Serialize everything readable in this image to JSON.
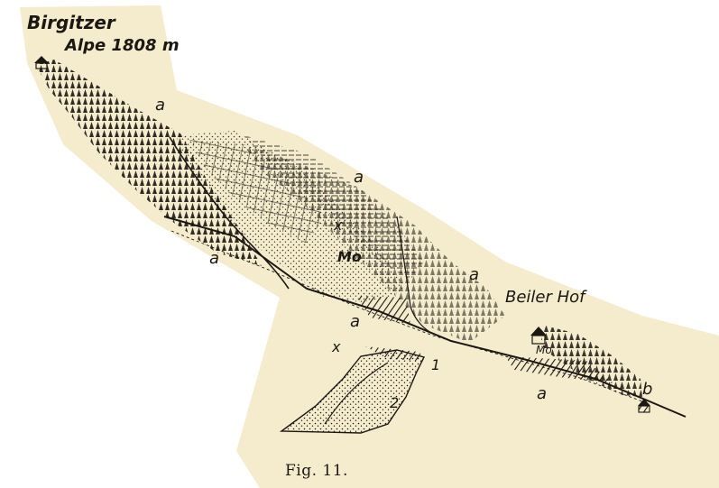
{
  "figure": {
    "caption": "Fig. 11.",
    "paper_color": "#f5eccd",
    "ink_color": "#1b1712",
    "labels": {
      "birgitzer": "Birgitzer",
      "alpe": "Alpe 1808 m",
      "beiler_hof": "Beiler Hof",
      "a": "a",
      "b": "b",
      "mo": "Mo",
      "x": "x",
      "one": "1",
      "two": "2"
    }
  }
}
